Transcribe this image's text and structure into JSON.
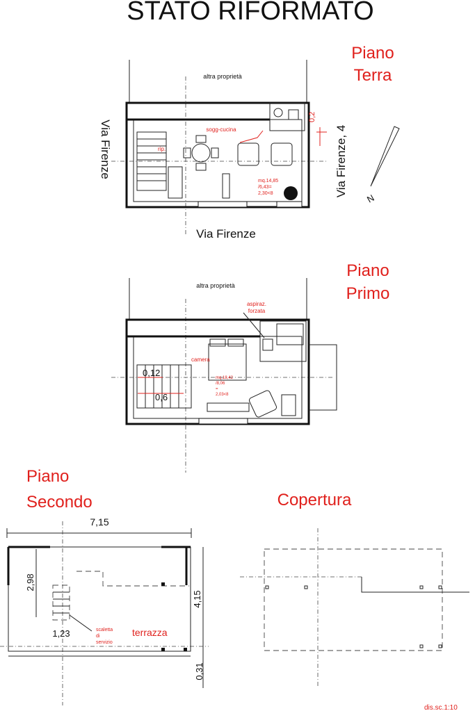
{
  "page_title": "STATO RIFORMATO",
  "ground_floor": {
    "heading_line1": "Piano",
    "heading_line2": "Terra",
    "top_label": "altra proprietà",
    "left_street": "Via Firenze",
    "bottom_street": "Via Firenze",
    "right_street": "Via Firenze, 4",
    "room_label": "sogg-cucina",
    "closet_label": "rip.",
    "area_line1": "mq.14,85",
    "area_line2": "/6,43=",
    "area_line3": "2,30<8",
    "dim_02": "0,2",
    "north_label": "N"
  },
  "first_floor": {
    "heading_line1": "Piano",
    "heading_line2": "Primo",
    "top_label": "altra proprietà",
    "vent_line1": "aspiraz.",
    "vent_line2": "forzata",
    "room_label": "camera",
    "area_line1": "mq.18,42",
    "area_line2": "/8,06",
    "area_line3": "=",
    "area_line4": "2,03<8",
    "dim_012": "0,12",
    "dim_06": "0,6"
  },
  "second_floor": {
    "heading_line1": "Piano",
    "heading_line2": "Secondo",
    "dim_width": "7,15",
    "dim_left": "2,98",
    "dim_right": "4,15",
    "dim_stair": "1,23",
    "dim_bottom": "0,31",
    "stair_line1": "scaletta",
    "stair_line2": "di",
    "stair_line3": "servizio",
    "terrace_label": "terrazza"
  },
  "roof": {
    "heading": "Copertura"
  },
  "scale_note": "dis.sc.1:10"
}
